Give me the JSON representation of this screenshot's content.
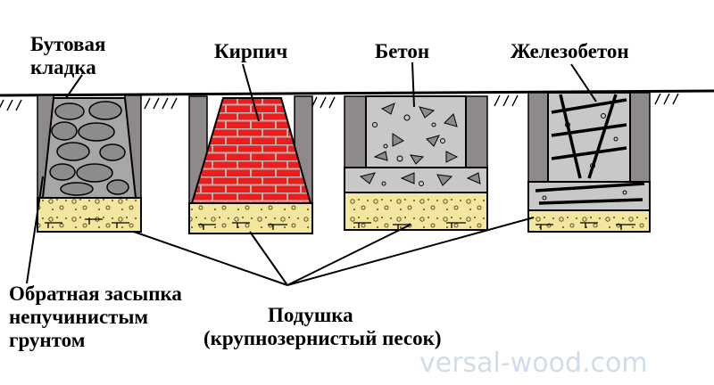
{
  "labels": {
    "rubble_line1": "Бутовая",
    "rubble_line2": "кладка",
    "brick": "Кирпич",
    "concrete": "Бетон",
    "reinforced": "Железобетон",
    "backfill_line1": "Обратная засыпка",
    "backfill_line2": "непучинистым",
    "backfill_line3": "грунтом",
    "cushion_line1": "Подушка",
    "cushion_line2": "(крупнозернистый песок)"
  },
  "watermark": "versal-wood.com",
  "colors": {
    "brick": "#ee1c1c",
    "mortar": "#b8b8b8",
    "sand": "#f3e7a0",
    "sand_dots": "#6b5a2a",
    "backfill": "#8f8a8a",
    "concrete": "#c8c8c8",
    "stone": "#9a9a9a",
    "ground_line": "#000000",
    "watermark": "#c9d6e6"
  }
}
